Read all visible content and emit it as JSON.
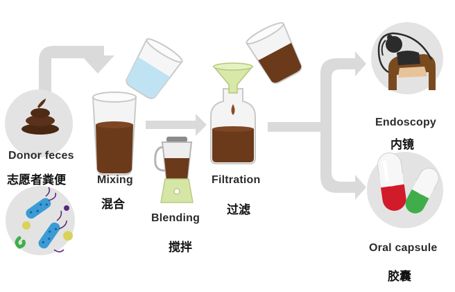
{
  "steps": {
    "donor": {
      "label": "Donor feces",
      "label_zh": "志愿者粪便"
    },
    "mixing": {
      "label": "Mixing",
      "label_zh": "混合"
    },
    "blending": {
      "label": "Blending",
      "label_zh": "搅拌"
    },
    "filtration": {
      "label": "Filtration",
      "label_zh": "过滤"
    }
  },
  "outputs": {
    "endoscopy": {
      "label": "Endoscopy",
      "label_zh": "内镜"
    },
    "capsule": {
      "label": "Oral capsule",
      "label_zh": "胶囊"
    }
  },
  "colors": {
    "arrow": "#d9d9d9",
    "circle": "#e4e4e4",
    "liquid_brown": "#6b3a1a",
    "liquid_water": "#bfe3f3",
    "blender_green": "#d5e6a6",
    "capsule_red": "#d11a2a",
    "capsule_green": "#3fae4a"
  },
  "icons": [
    "poop-icon",
    "bacteria-icon",
    "glass-icon",
    "blender-icon",
    "funnel-icon",
    "bottle-icon",
    "endoscopy-patient-icon",
    "capsule-icon"
  ]
}
